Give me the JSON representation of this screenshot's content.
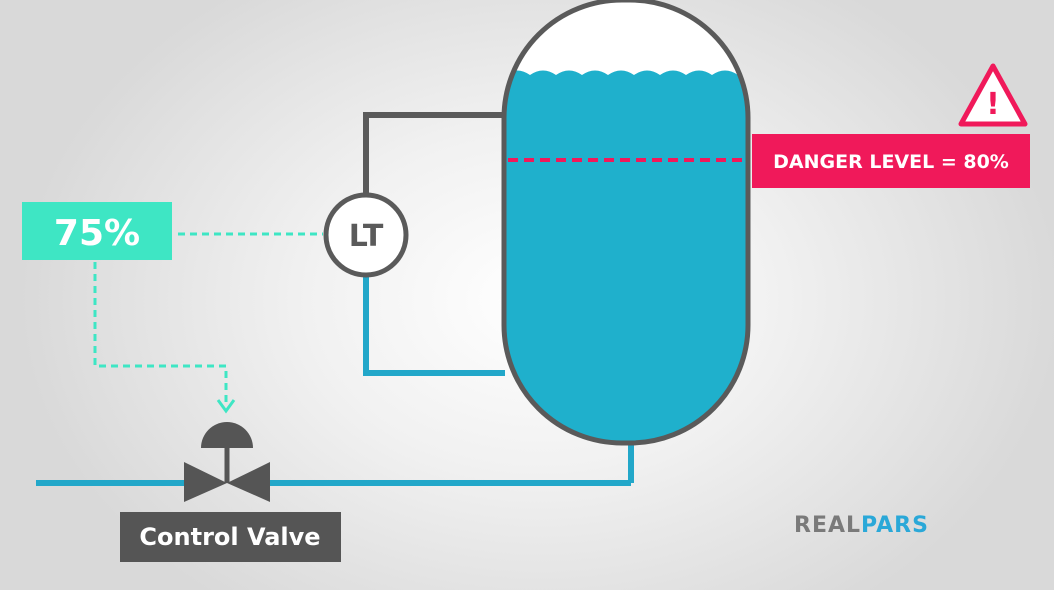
{
  "tank": {
    "level_percent": 80
  },
  "transmitter": {
    "label": "LT"
  },
  "level_display": {
    "value": "75%"
  },
  "danger": {
    "text": "DANGER LEVEL = 80%",
    "alert_symbol": "!",
    "icon": "warning-triangle-icon"
  },
  "valve": {
    "label": "Control Valve"
  },
  "logo": {
    "part1": "REAL",
    "part2": "PARS"
  },
  "colors": {
    "water": "#1fb0cc",
    "pipe": "#22a7c9",
    "outline": "#5a5a5a",
    "signal": "#3ee6c4",
    "danger": "#f0195a",
    "valve": "#555555",
    "logo_grey": "#7a7a7a",
    "logo_blue": "#2aa8d8"
  }
}
